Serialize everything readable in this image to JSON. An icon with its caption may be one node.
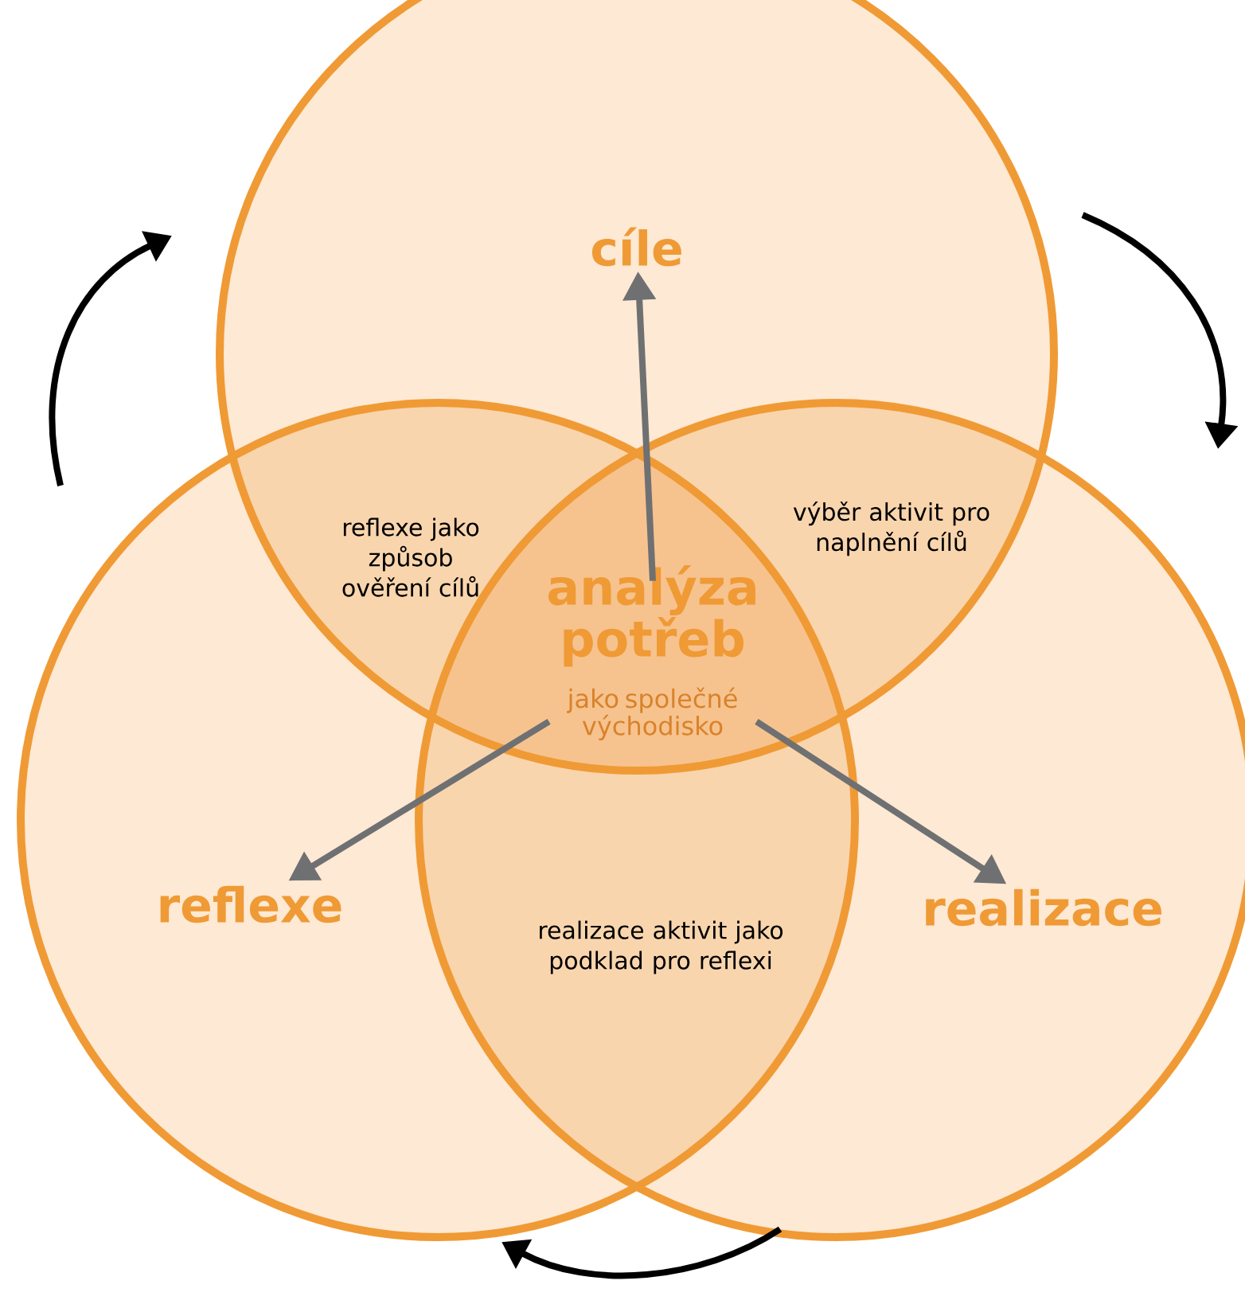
{
  "diagram": {
    "nodes": [
      {
        "text": [
          "cíle"
        ]
      },
      {
        "text": [
          "reflexe"
        ]
      },
      {
        "text": [
          "realizace"
        ]
      },
      {
        "text": [
          "analýza potřeb",
          "jako společné východisko"
        ]
      }
    ],
    "edges": [
      {
        "from": 3,
        "to": 0,
        "arrow": "to"
      },
      {
        "from": 3,
        "to": 1,
        "arrow": "to"
      },
      {
        "from": 3,
        "to": 2,
        "arrow": "to"
      }
    ],
    "labels": [
      "reflexe jako způsob ověření cílů",
      "výběr aktivit pro naplnění cílů",
      "realizace aktivit jako podklad pro reflexi"
    ]
  }
}
